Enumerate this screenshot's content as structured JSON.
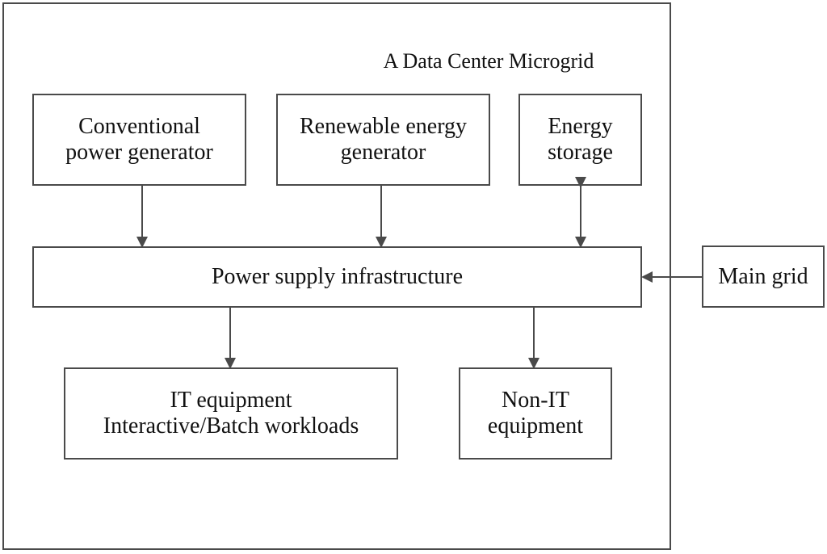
{
  "title": "A Data Center Microgrid",
  "boxes": {
    "conventional": {
      "line1": "Conventional",
      "line2": "power generator"
    },
    "renewable": {
      "line1": "Renewable energy",
      "line2": "generator"
    },
    "storage": {
      "line1": "Energy",
      "line2": "storage"
    },
    "power_supply": {
      "line1": "Power supply infrastructure"
    },
    "main_grid": {
      "line1": "Main grid"
    },
    "it_equipment": {
      "line1": "IT equipment",
      "line2": "Interactive/Batch workloads"
    },
    "non_it": {
      "line1": "Non-IT",
      "line2": "equipment"
    }
  },
  "colors": {
    "stroke": "#4a4a4a",
    "text": "#111111",
    "background": "#ffffff"
  }
}
